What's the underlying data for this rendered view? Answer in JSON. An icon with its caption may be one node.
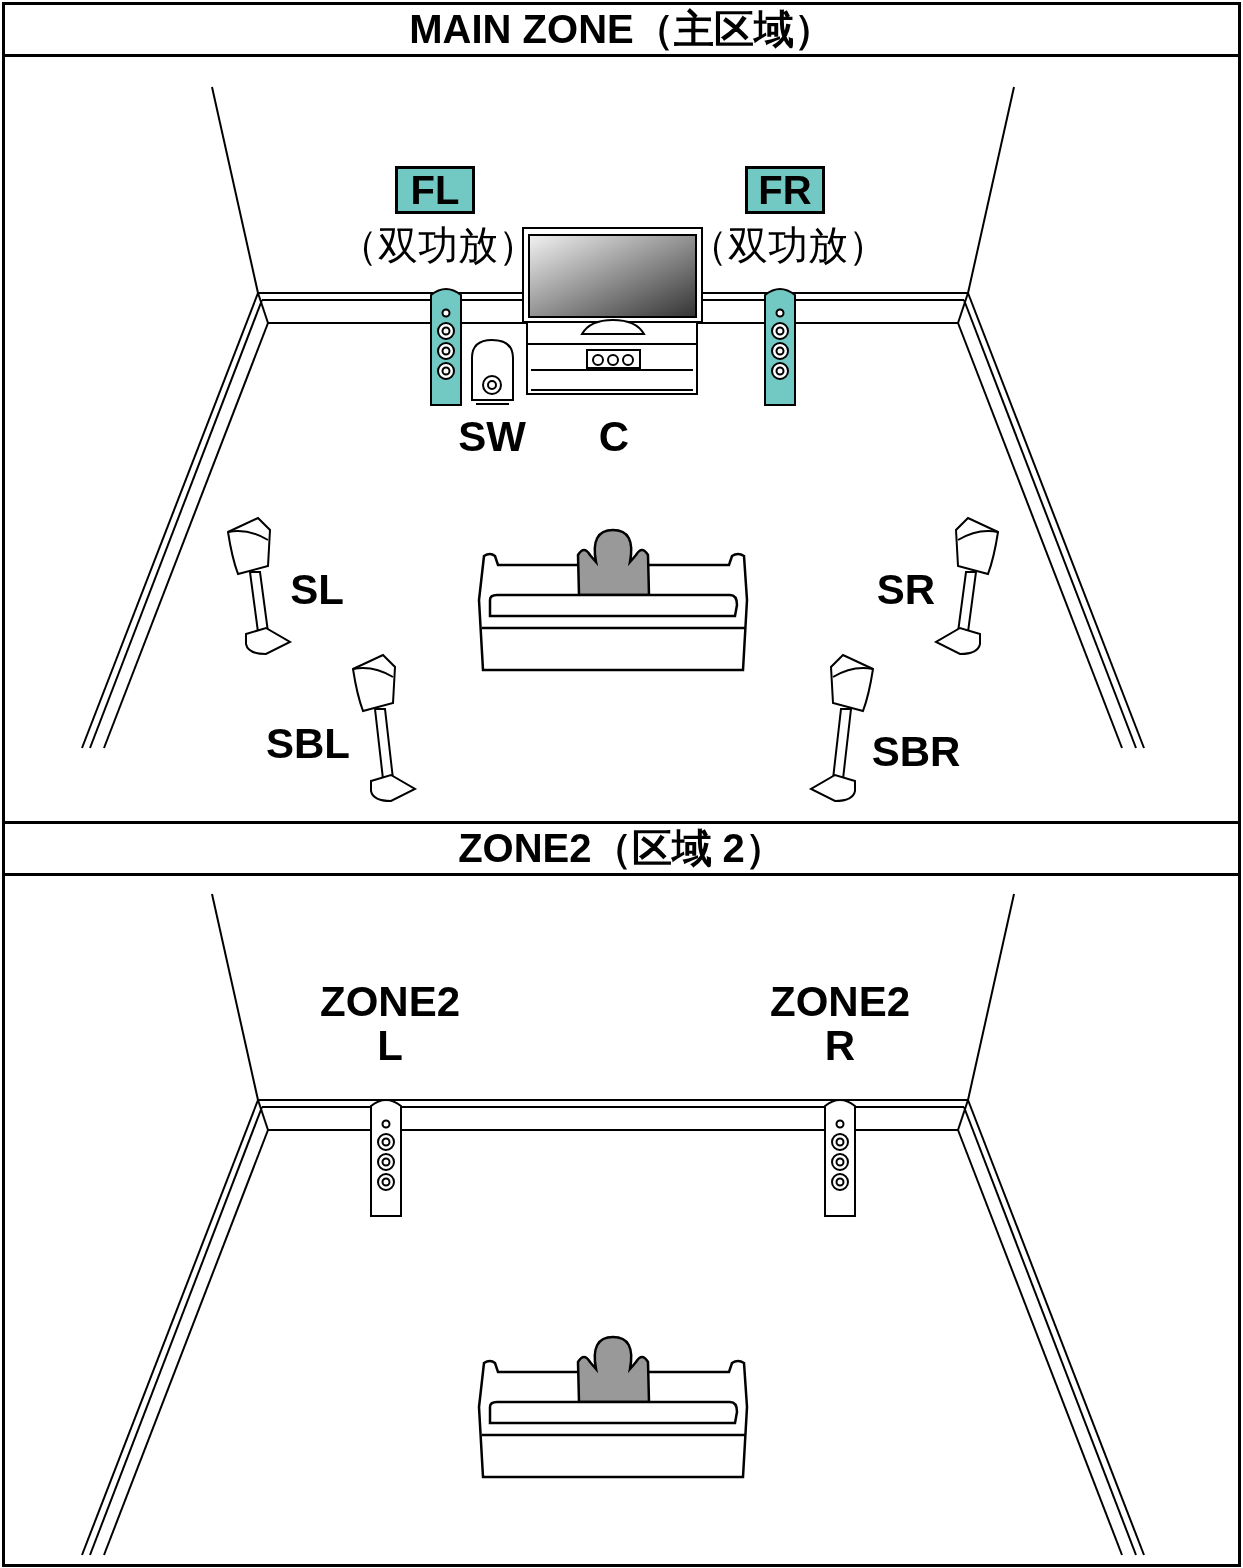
{
  "diagram": {
    "nodes": [
      {
        "text": [
          "MAIN ZONE（主区域）"
        ]
      },
      {
        "text": [
          "FL"
        ],
        "in": 0,
        "beside": [
          "（双功放）"
        ]
      },
      {
        "text": [
          "FR"
        ],
        "in": 0,
        "beside": [
          "（双功放）"
        ]
      },
      {
        "text": [
          "ZONE2（区域 2）"
        ]
      }
    ],
    "edges": [],
    "labels": [
      "SW",
      "C",
      "SL",
      "SR",
      "SBL",
      "SBR",
      "ZONE2 L",
      "ZONE2 R"
    ]
  }
}
